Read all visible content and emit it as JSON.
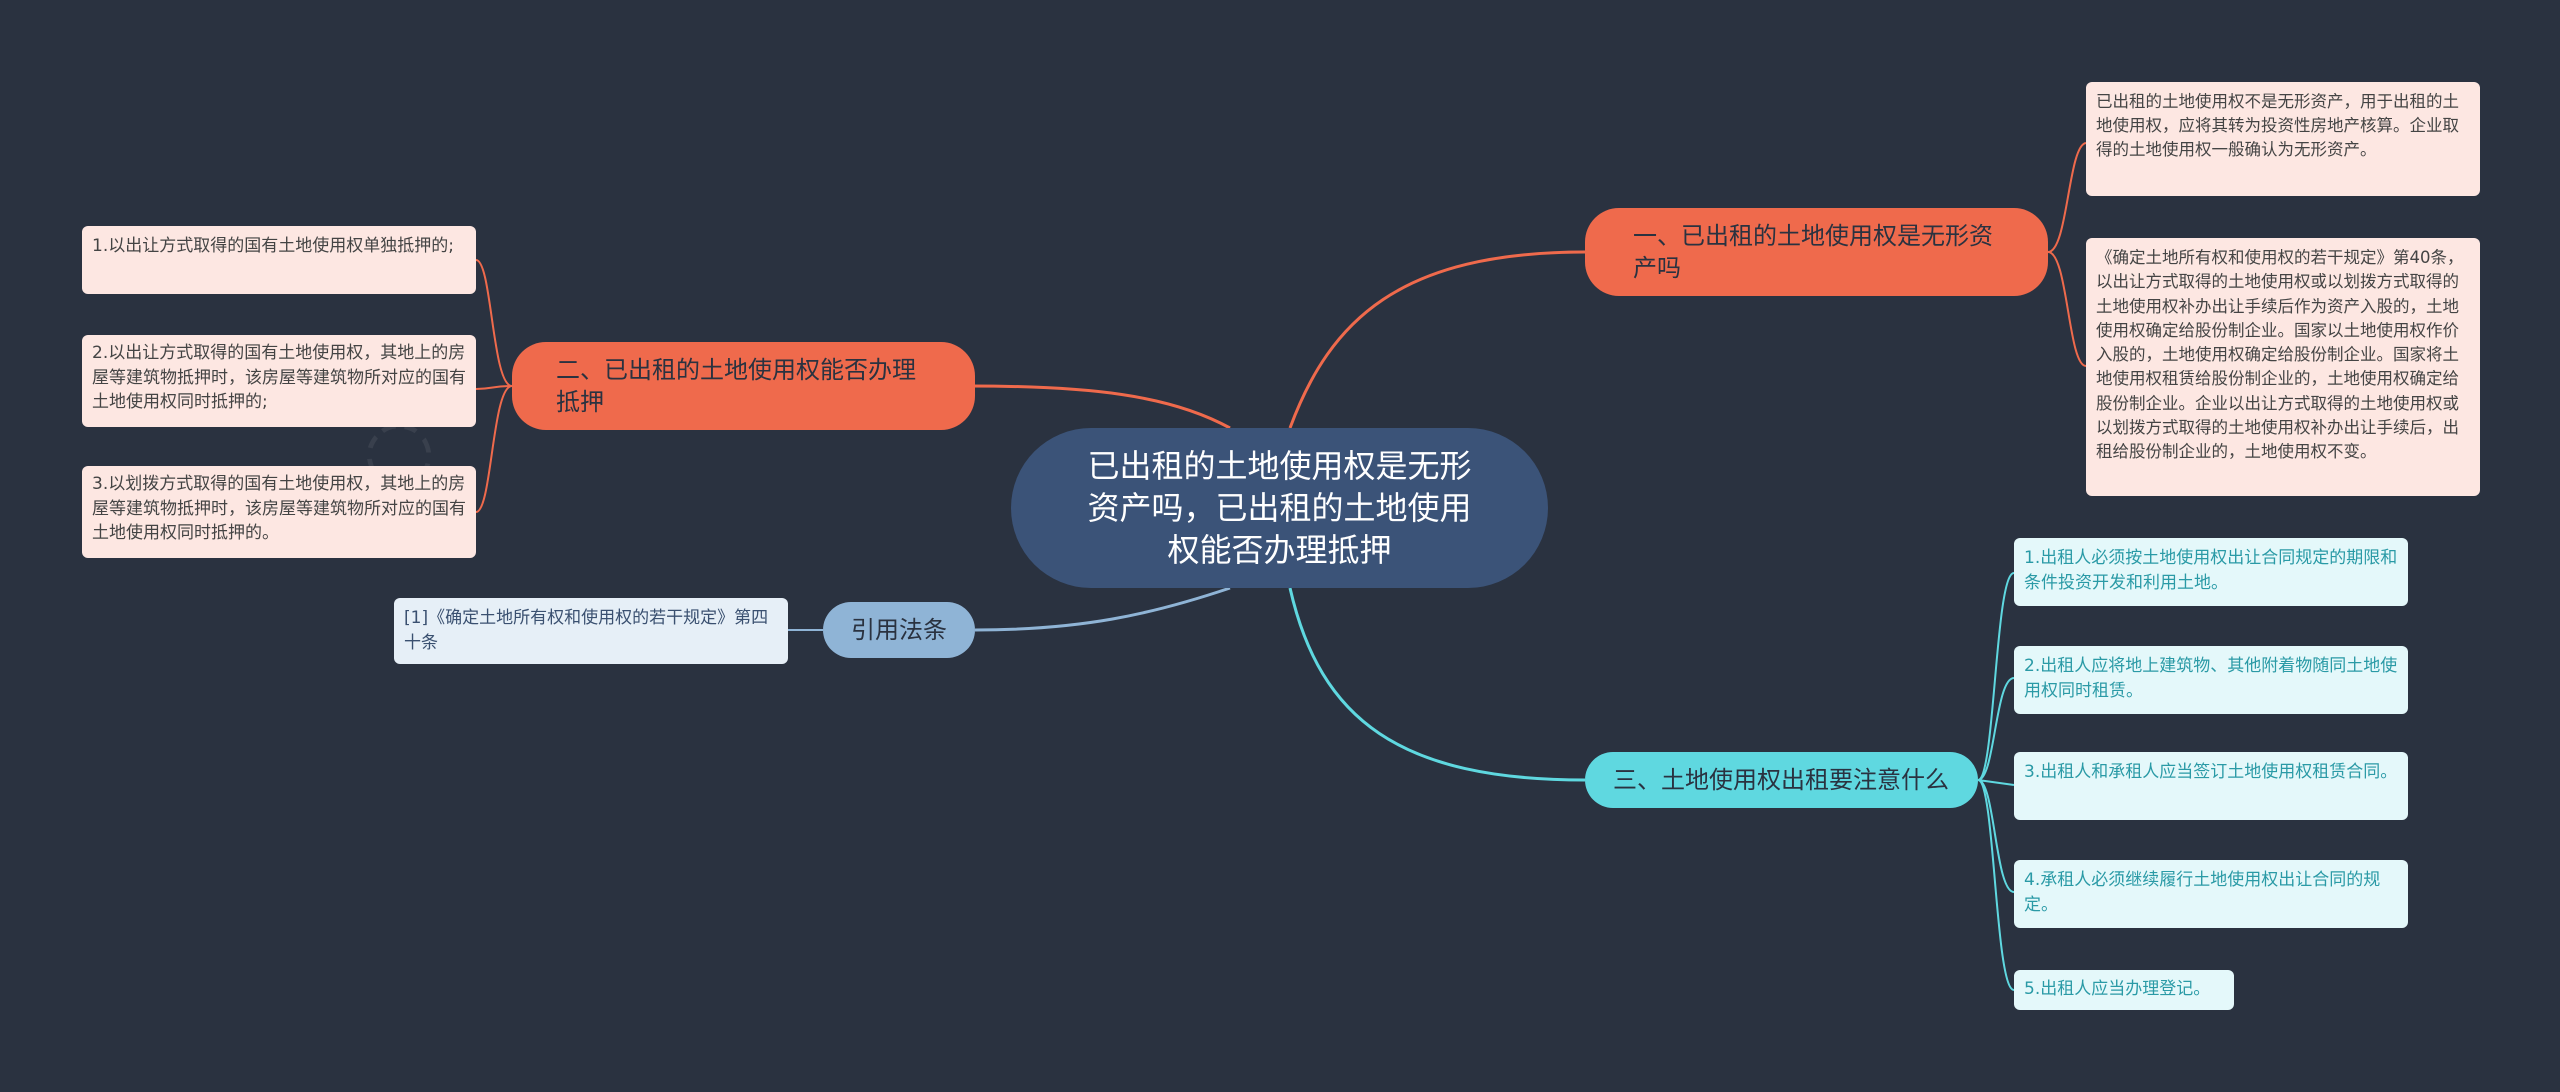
{
  "root": {
    "title": "已出租的土地使用权是无形资产吗，已出租的土地使用权能否办理抵押"
  },
  "branches": [
    {
      "id": "b1",
      "label": "一、已出租的土地使用权是无形资产吗",
      "leaves": [
        "已出租的土地使用权不是无形资产，用于出租的土地使用权，应将其转为投资性房地产核算。企业取得的土地使用权一般确认为无形资产。",
        "《确定土地所有权和使用权的若干规定》第40条，以出让方式取得的土地使用权或以划拨方式取得的土地使用权补办出让手续后作为资产入股的，土地使用权确定给股份制企业。国家以土地使用权作价入股的，土地使用权确定给股份制企业。国家将土地使用权租赁给股份制企业的，土地使用权确定给股份制企业。企业以出让方式取得的土地使用权或以划拨方式取得的土地使用权补办出让手续后，出租给股份制企业的，土地使用权不变。"
      ]
    },
    {
      "id": "b2",
      "label": "二、已出租的土地使用权能否办理抵押",
      "leaves": [
        "1.以出让方式取得的国有土地使用权单独抵押的;",
        "2.以出让方式取得的国有土地使用权，其地上的房屋等建筑物抵押时，该房屋等建筑物所对应的国有土地使用权同时抵押的;",
        "3.以划拨方式取得的国有土地使用权，其地上的房屋等建筑物抵押时，该房屋等建筑物所对应的国有土地使用权同时抵押的。"
      ]
    },
    {
      "id": "b3",
      "label": "三、土地使用权出租要注意什么",
      "leaves": [
        "1.出租人必须按土地使用权出让合同规定的期限和条件投资开发和利用土地。",
        "2.出租人应将地上建筑物、其他附着物随同土地使用权同时租赁。",
        "3.出租人和承租人应当签订土地使用权租赁合同。",
        "4.承租人必须继续履行土地使用权出让合同的规定。",
        "5.出租人应当办理登记。"
      ]
    },
    {
      "id": "b4",
      "label": "引用法条",
      "leaves": [
        "[1]《确定土地所有权和使用权的若干规定》第四十条"
      ]
    }
  ],
  "colors": {
    "background": "#2a3240",
    "root": "#3b5378",
    "orange": "#ef6a4c",
    "cyan": "#5fd8e0",
    "blue": "#8fb4d6"
  }
}
